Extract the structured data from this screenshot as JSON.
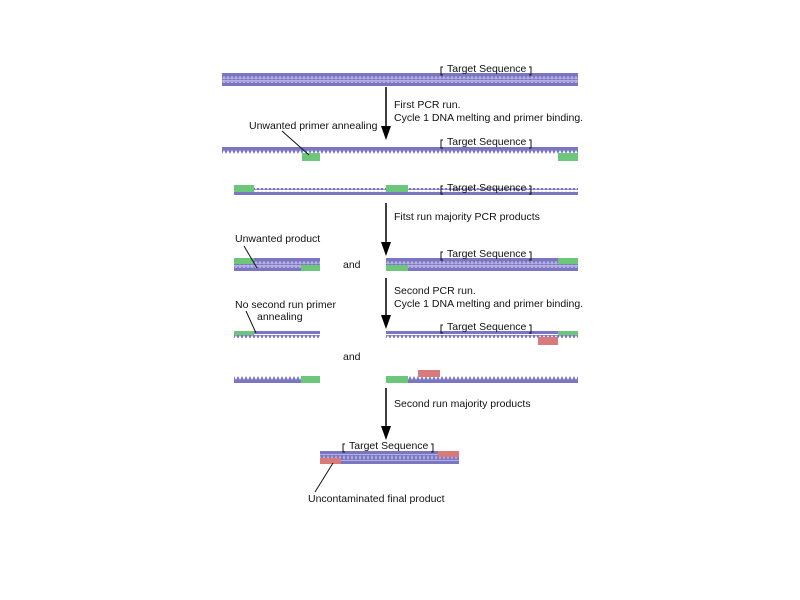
{
  "labels": {
    "target_sequence": "Target Sequence",
    "first_pcr_run": "First PCR run.",
    "cycle1_melting": "Cycle 1 DNA melting and primer binding.",
    "unwanted_primer_annealing": "Unwanted primer annealing",
    "first_run_majority": "Fitst run majority PCR products",
    "unwanted_product": "Unwanted product",
    "and": "and",
    "second_pcr_run": "Second PCR run.",
    "no_second_run_primer": "No second run primer",
    "annealing": "annealing",
    "second_run_majority": "Second run majority products",
    "uncontaminated_final": "Uncontaminated final product"
  },
  "colors": {
    "dna_strand": "#7b76c2",
    "dna_strand_light": "#b3afe0",
    "first_run_primer": "#6cc77a",
    "second_run_primer": "#d97a7a",
    "text": "#111111",
    "arrow": "#000000"
  }
}
